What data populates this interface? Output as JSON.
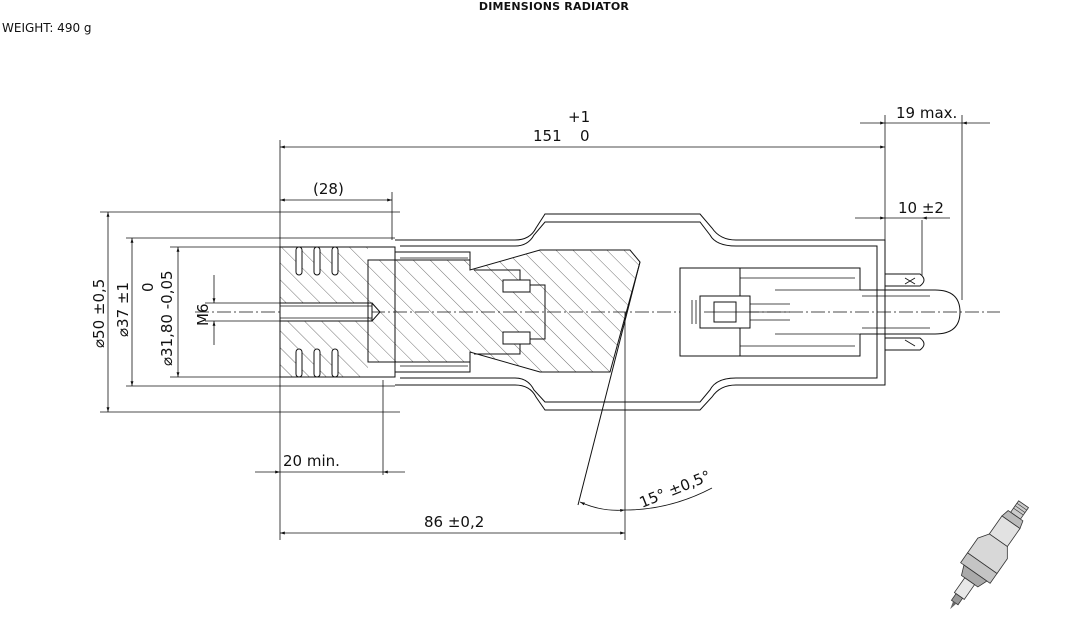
{
  "header": {
    "title": "DIMENSIONS RADIATOR",
    "weight": "WEIGHT: 490 g"
  },
  "dimensions": {
    "total_length": "151",
    "total_length_tol_upper": "+1",
    "total_length_tol_lower": "0",
    "thread_depth": "(28)",
    "tip_length": "19 max.",
    "pin_length": "10 ±2",
    "outer_diameter": "⌀50 ±0,5",
    "mid_diameter": "⌀37 ±1",
    "inner_diameter": "⌀31,80 -0,05",
    "inner_diameter_tol_upper": "0",
    "thread": "M6",
    "min_insert": "20 min.",
    "position": "86 ±0,2",
    "angle": "15° ±0,5°"
  },
  "colors": {
    "line": "#111111",
    "background": "#ffffff"
  }
}
